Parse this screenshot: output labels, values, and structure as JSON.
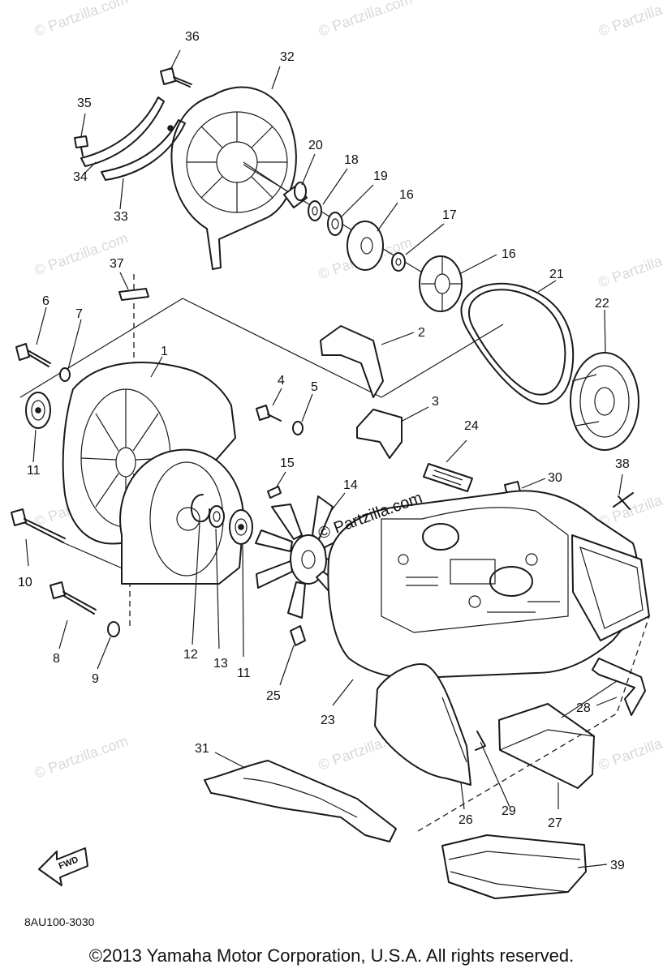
{
  "watermark": "© Partzilla.com",
  "center_watermark": "© Partzilla.com",
  "fwd_label": "FWD",
  "diagram_code": "8AU100-3030",
  "copyright": "©2013 Yamaha Motor Corporation, U.S.A. All rights reserved.",
  "callouts": [
    "36",
    "32",
    "35",
    "20",
    "18",
    "19",
    "16",
    "17",
    "16",
    "34",
    "33",
    "37",
    "21",
    "22",
    "6",
    "7",
    "1",
    "2",
    "4",
    "5",
    "3",
    "24",
    "38",
    "30",
    "11",
    "15",
    "14",
    "10",
    "8",
    "9",
    "12",
    "13",
    "11",
    "25",
    "23",
    "28",
    "31",
    "26",
    "29",
    "27",
    "39"
  ]
}
